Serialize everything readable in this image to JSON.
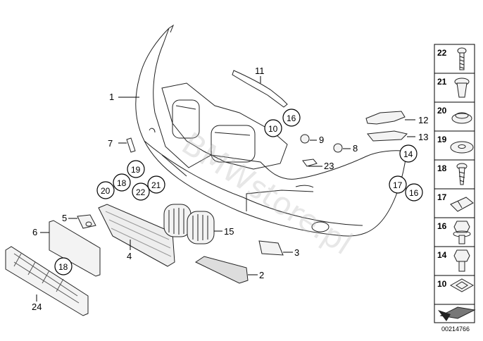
{
  "diagram_id": "00214766",
  "watermark": "BMWstore.pl",
  "callouts": [
    {
      "id": "c1",
      "label": "1"
    },
    {
      "id": "c2",
      "label": "2"
    },
    {
      "id": "c3",
      "label": "3"
    },
    {
      "id": "c4",
      "label": "4"
    },
    {
      "id": "c5",
      "label": "5"
    },
    {
      "id": "c6",
      "label": "6"
    },
    {
      "id": "c7",
      "label": "7"
    },
    {
      "id": "c8",
      "label": "8"
    },
    {
      "id": "c9",
      "label": "9"
    },
    {
      "id": "c11",
      "label": "11"
    },
    {
      "id": "c12",
      "label": "12"
    },
    {
      "id": "c13",
      "label": "13"
    },
    {
      "id": "c15",
      "label": "15"
    },
    {
      "id": "c23",
      "label": "23"
    },
    {
      "id": "c24",
      "label": "24"
    }
  ],
  "circled": [
    {
      "id": "o16a",
      "label": "16"
    },
    {
      "id": "o10",
      "label": "10"
    },
    {
      "id": "o14",
      "label": "14"
    },
    {
      "id": "o19",
      "label": "19"
    },
    {
      "id": "o18a",
      "label": "18"
    },
    {
      "id": "o20",
      "label": "20"
    },
    {
      "id": "o22",
      "label": "22"
    },
    {
      "id": "o21",
      "label": "21"
    },
    {
      "id": "o17",
      "label": "17"
    },
    {
      "id": "o16b",
      "label": "16"
    },
    {
      "id": "o18b",
      "label": "18"
    }
  ],
  "legend": [
    {
      "label": "22",
      "icon": "screw-icon"
    },
    {
      "label": "21",
      "icon": "expanding-rivet-icon"
    },
    {
      "label": "20",
      "icon": "rubber-grommet-icon"
    },
    {
      "label": "19",
      "icon": "washer-icon"
    },
    {
      "label": "18",
      "icon": "plastic-screw-icon"
    },
    {
      "label": "17",
      "icon": "clip-nut-icon"
    },
    {
      "label": "16",
      "icon": "hex-bolt-washer-icon"
    },
    {
      "label": "14",
      "icon": "hex-bolt-icon"
    },
    {
      "label": "10",
      "icon": "square-nut-icon"
    },
    {
      "label": "",
      "icon": "arrow-pointer-icon"
    }
  ]
}
